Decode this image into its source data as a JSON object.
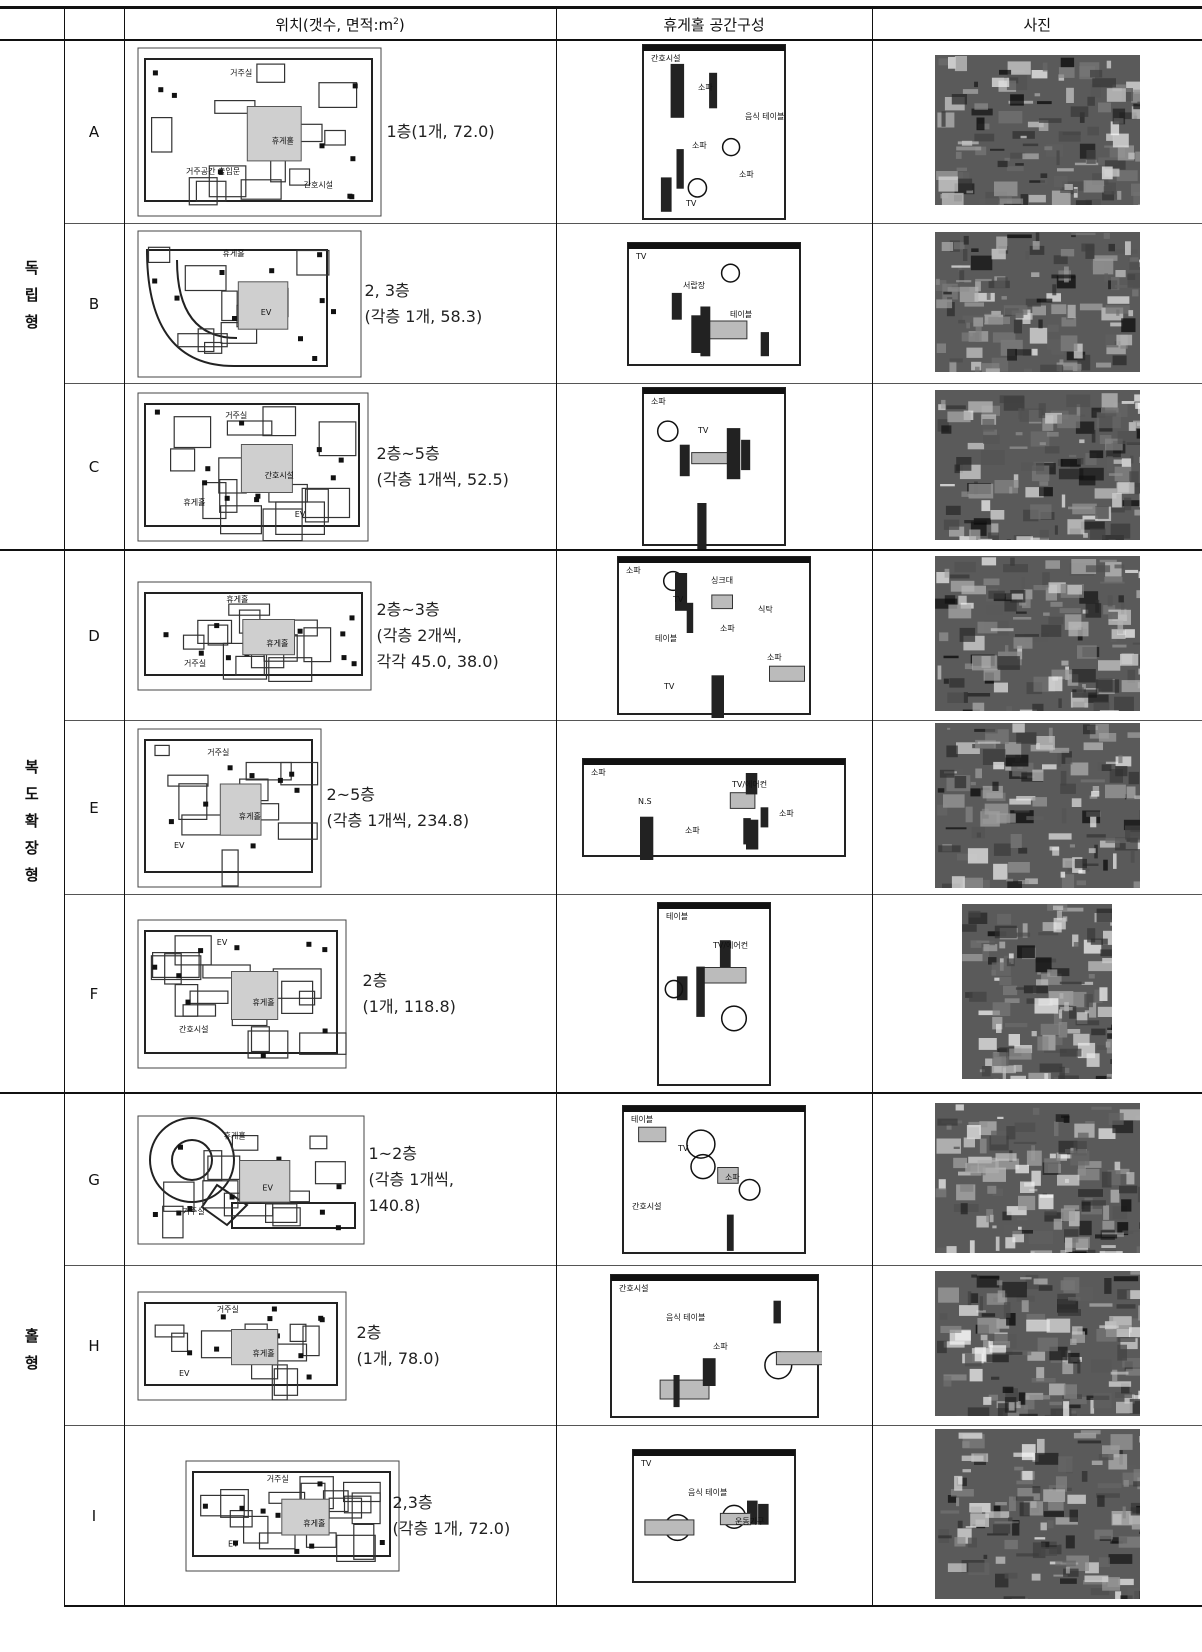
{
  "header": {
    "col_location": "위치(갯수, 면적:m",
    "col_location_sup": "2",
    "col_location_end": ")",
    "col_space": "휴게홀 공간구성",
    "col_photo": "사진"
  },
  "groups": [
    {
      "label": [
        "독",
        "립",
        "형"
      ]
    },
    {
      "label": [
        "복",
        "도",
        "확",
        "장",
        "형"
      ]
    },
    {
      "label": [
        "홀",
        "형"
      ]
    }
  ],
  "rows": [
    {
      "id": "A",
      "location": "1층(1개, 72.0)",
      "plan_labels": [
        "거주실",
        "휴게홀",
        "거주공간 출입문",
        "간호시설"
      ],
      "space_labels": [
        "간호시설",
        "소파",
        "음식 테이블",
        "소파",
        "소파",
        "TV"
      ]
    },
    {
      "id": "B",
      "location": "2, 3층\n(각층 1개, 58.3)",
      "plan_labels": [
        "휴게홀",
        "EV"
      ],
      "space_labels": [
        "TV",
        "서랍장",
        "테이블"
      ]
    },
    {
      "id": "C",
      "location": "2층~5층\n(각층 1개씩, 52.5)",
      "plan_labels": [
        "거주실",
        "간호시설",
        "휴게홀",
        "EV"
      ],
      "space_labels": [
        "소파",
        "TV"
      ]
    },
    {
      "id": "D",
      "location": "2층~3층\n(각층 2개씩,\n각각 45.0, 38.0)",
      "plan_labels": [
        "휴게홀",
        "휴게홀",
        "거주실"
      ],
      "space_labels": [
        "소파",
        "TV",
        "소파",
        "소파",
        "TV",
        "싱크대",
        "식탁",
        "테이블"
      ]
    },
    {
      "id": "E",
      "location": "2~5층\n(각층 1개씩, 234.8)",
      "plan_labels": [
        "거주실",
        "휴게홀",
        "EV"
      ],
      "space_labels": [
        "소파",
        "N.S",
        "소파",
        "TV/에어컨",
        "소파"
      ]
    },
    {
      "id": "F",
      "location": "2층\n(1개, 118.8)",
      "plan_labels": [
        "EV",
        "휴게홀",
        "간호시설"
      ],
      "space_labels": [
        "테이블",
        "TV/에어컨"
      ]
    },
    {
      "id": "G",
      "location": "1~2층\n(각층 1개씩,\n140.8)",
      "plan_labels": [
        "휴게홀",
        "EV",
        "거주실"
      ],
      "space_labels": [
        "테이블",
        "TV",
        "소파",
        "간호시설"
      ]
    },
    {
      "id": "H",
      "location": "2층\n(1개, 78.0)",
      "plan_labels": [
        "거주실",
        "휴게홀",
        "EV"
      ],
      "space_labels": [
        "간호시설",
        "음식 테이블",
        "소파"
      ]
    },
    {
      "id": "I",
      "location": "2,3층\n(각층 1개, 72.0)",
      "plan_labels": [
        "거주실",
        "휴게홀",
        "EV"
      ],
      "space_labels": [
        "TV",
        "음식 테이블",
        "운동기구"
      ]
    }
  ]
}
